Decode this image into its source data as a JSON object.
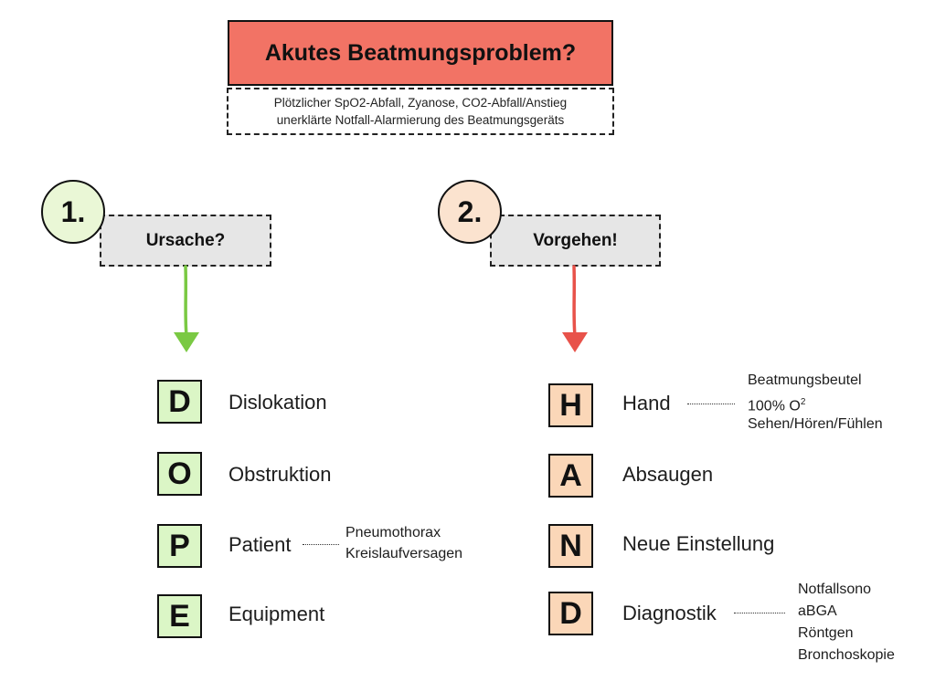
{
  "title": "Akutes Beatmungsproblem?",
  "subtitle": {
    "line1": "Plötzlicher SpO2-Abfall, Zyanose, CO2-Abfall/Anstieg",
    "line2": "unerklärte Notfall-Alarmierung des Beatmungsgeräts"
  },
  "step1": {
    "number": "1.",
    "question": "Ursache?",
    "items": [
      {
        "letter": "D",
        "word": "Dislokation"
      },
      {
        "letter": "O",
        "word": "Obstruktion"
      },
      {
        "letter": "P",
        "word": "Patient",
        "details": [
          "Pneumothorax",
          "Kreislaufversagen"
        ]
      },
      {
        "letter": "E",
        "word": "Equipment"
      }
    ]
  },
  "step2": {
    "number": "2.",
    "question": "Vorgehen!",
    "items": [
      {
        "letter": "H",
        "word": "Hand",
        "details": [
          "Beatmungsbeutel",
          "100% O",
          "Sehen/Hören/Fühlen"
        ],
        "detail_sup": "2"
      },
      {
        "letter": "A",
        "word": "Absaugen"
      },
      {
        "letter": "N",
        "word": "Neue Einstellung"
      },
      {
        "letter": "D",
        "word": "Diagnostik",
        "details": [
          "Notfallsono",
          "aBGA",
          "Röntgen",
          "Bronchoskopie"
        ]
      }
    ]
  },
  "colors": {
    "title_bg": "#f27365",
    "step1_circle": "#eaf7d6",
    "step2_circle": "#fbe3cf",
    "green_box": "#dbf6c6",
    "orange_box": "#fbd7b8",
    "green_arrow": "#7ac943",
    "red_arrow": "#e8524a"
  }
}
